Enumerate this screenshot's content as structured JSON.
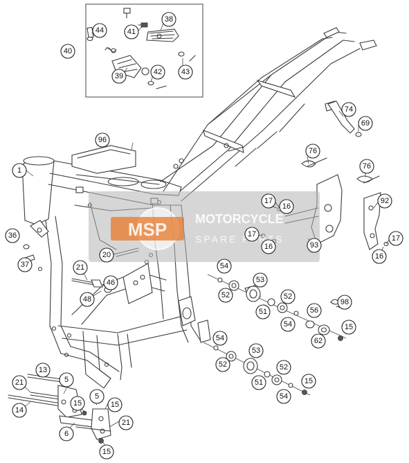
{
  "callouts": [
    {
      "id": "c1",
      "label": "1"
    },
    {
      "id": "c5a",
      "label": "5"
    },
    {
      "id": "c5b",
      "label": "5"
    },
    {
      "id": "c6",
      "label": "6"
    },
    {
      "id": "c13",
      "label": "13"
    },
    {
      "id": "c14",
      "label": "14"
    },
    {
      "id": "c15a",
      "label": "15"
    },
    {
      "id": "c15b",
      "label": "15"
    },
    {
      "id": "c15c",
      "label": "15"
    },
    {
      "id": "c15d",
      "label": "15"
    },
    {
      "id": "c15e",
      "label": "15"
    },
    {
      "id": "c16a",
      "label": "16"
    },
    {
      "id": "c16b",
      "label": "16"
    },
    {
      "id": "c16c",
      "label": "16"
    },
    {
      "id": "c17a",
      "label": "17"
    },
    {
      "id": "c17b",
      "label": "17"
    },
    {
      "id": "c17c",
      "label": "17"
    },
    {
      "id": "c20",
      "label": "20"
    },
    {
      "id": "c21a",
      "label": "21"
    },
    {
      "id": "c21b",
      "label": "21"
    },
    {
      "id": "c21c",
      "label": "21"
    },
    {
      "id": "c36",
      "label": "36"
    },
    {
      "id": "c37",
      "label": "37"
    },
    {
      "id": "c38",
      "label": "38"
    },
    {
      "id": "c39",
      "label": "39"
    },
    {
      "id": "c40",
      "label": "40"
    },
    {
      "id": "c41",
      "label": "41"
    },
    {
      "id": "c42",
      "label": "42"
    },
    {
      "id": "c43",
      "label": "43"
    },
    {
      "id": "c44",
      "label": "44"
    },
    {
      "id": "c46",
      "label": "46"
    },
    {
      "id": "c48",
      "label": "48"
    },
    {
      "id": "c51a",
      "label": "51"
    },
    {
      "id": "c51b",
      "label": "51"
    },
    {
      "id": "c52a",
      "label": "52"
    },
    {
      "id": "c52b",
      "label": "52"
    },
    {
      "id": "c52c",
      "label": "52"
    },
    {
      "id": "c52d",
      "label": "52"
    },
    {
      "id": "c53a",
      "label": "53"
    },
    {
      "id": "c53b",
      "label": "53"
    },
    {
      "id": "c54a",
      "label": "54"
    },
    {
      "id": "c54b",
      "label": "54"
    },
    {
      "id": "c54c",
      "label": "54"
    },
    {
      "id": "c54d",
      "label": "54"
    },
    {
      "id": "c56",
      "label": "56"
    },
    {
      "id": "c62",
      "label": "62"
    },
    {
      "id": "c69",
      "label": "69"
    },
    {
      "id": "c74",
      "label": "74"
    },
    {
      "id": "c76a",
      "label": "76"
    },
    {
      "id": "c76b",
      "label": "76"
    },
    {
      "id": "c92",
      "label": "92"
    },
    {
      "id": "c93",
      "label": "93"
    },
    {
      "id": "c96",
      "label": "96"
    },
    {
      "id": "c98",
      "label": "98"
    }
  ],
  "watermark": {
    "logo_text": "MSP",
    "line1": "MOTORCYCLE",
    "line2": "SPARE PARTS"
  },
  "colors": {
    "watermark_band": "#b4b4b4",
    "logo_orange": "#e8782a",
    "line_art": "#3a3a3a"
  }
}
